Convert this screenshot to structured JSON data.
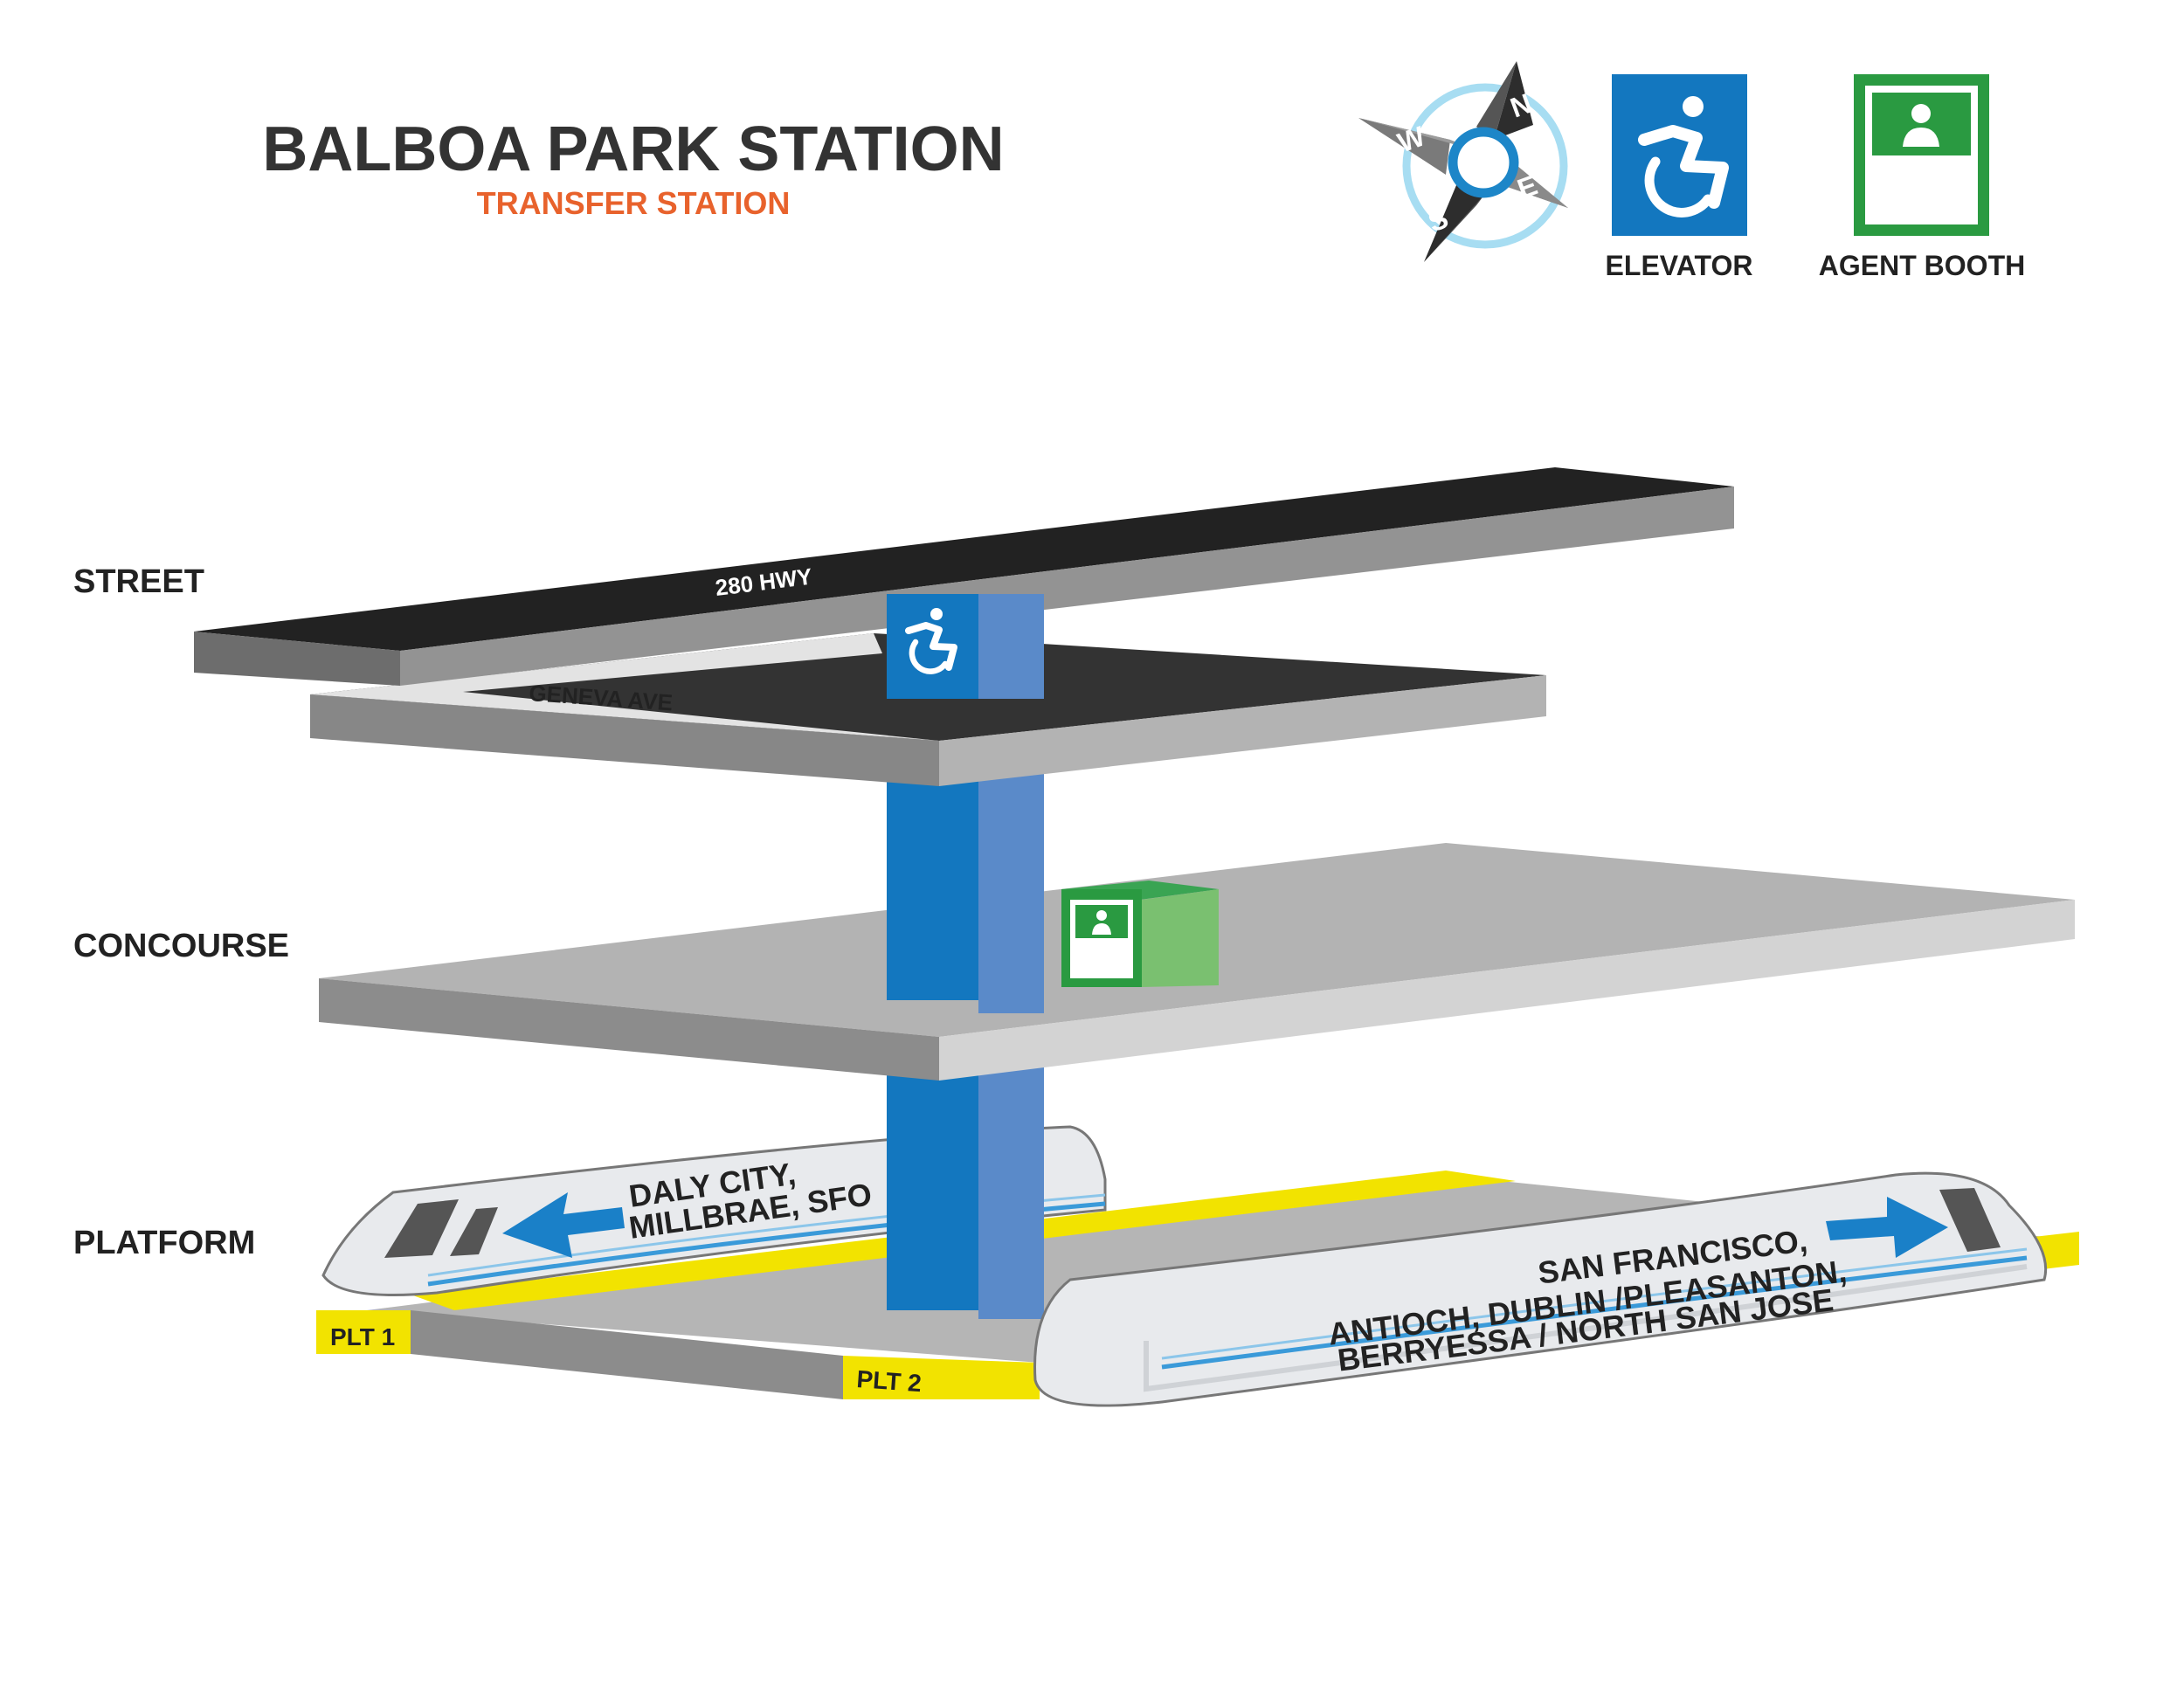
{
  "header": {
    "title": "BALBOA PARK STATION",
    "subtitle": "TRANSFER STATION"
  },
  "compass": {
    "letters": {
      "n": "N",
      "e": "E",
      "s": "S",
      "w": "W"
    },
    "icon": "compass-rose-icon"
  },
  "legend": [
    {
      "label": "ELEVATOR",
      "icon": "accessible-elevator-icon",
      "color": "#1377bf"
    },
    {
      "label": "AGENT BOOTH",
      "icon": "agent-booth-icon",
      "color": "#2a9a41"
    }
  ],
  "levels": {
    "street": "STREET",
    "concourse": "CONCOURSE",
    "platform": "PLATFORM"
  },
  "streets": {
    "highway": "280 HWY",
    "avenue": "GENEVA AVE"
  },
  "platforms": {
    "plt1": "PLT 1",
    "plt2": "PLT 2"
  },
  "trains": {
    "train1": [
      "DALY CITY,",
      "MILLBRAE, SFO"
    ],
    "train2": [
      "SAN FRANCISCO,",
      "ANTIOCH, DUBLIN /PLEASANTON,",
      "BERRYESSA / NORTH SAN JOSE"
    ]
  },
  "colors": {
    "title": "#333333",
    "subtitle": "#e8622c",
    "elevator": "#1377bf",
    "booth": "#2a9a41",
    "platform_edge": "#f2e300"
  }
}
